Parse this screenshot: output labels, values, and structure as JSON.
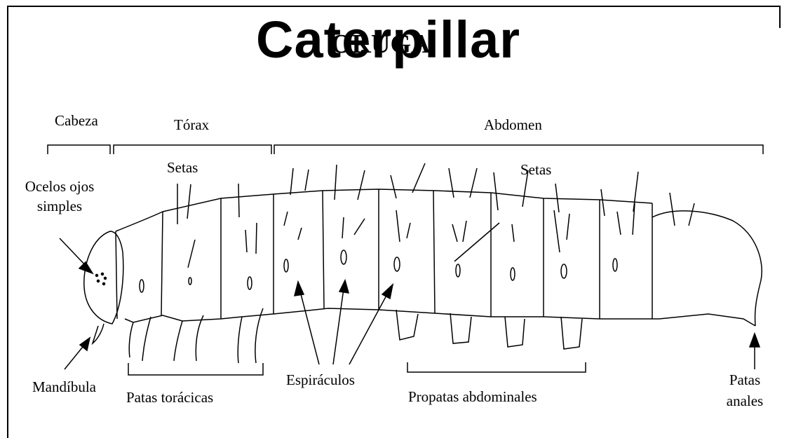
{
  "title": {
    "english": "Caterpillar",
    "spanish": "ORUGA"
  },
  "regions": {
    "head": "Cabeza",
    "thorax": "Tórax",
    "abdomen": "Abdomen"
  },
  "labels": {
    "setas_thorax": "Setas",
    "setas_abdomen": "Setas",
    "ocelos_line1": "Ocelos ojos",
    "ocelos_line2": "simples",
    "mandibula": "Mandíbula",
    "patas_toracicas": "Patas torácicas",
    "espiraculos": "Espiráculos",
    "propatas": "Propatas abdominales",
    "patas_anales_line1": "Patas",
    "patas_anales_line2": "anales"
  }
}
